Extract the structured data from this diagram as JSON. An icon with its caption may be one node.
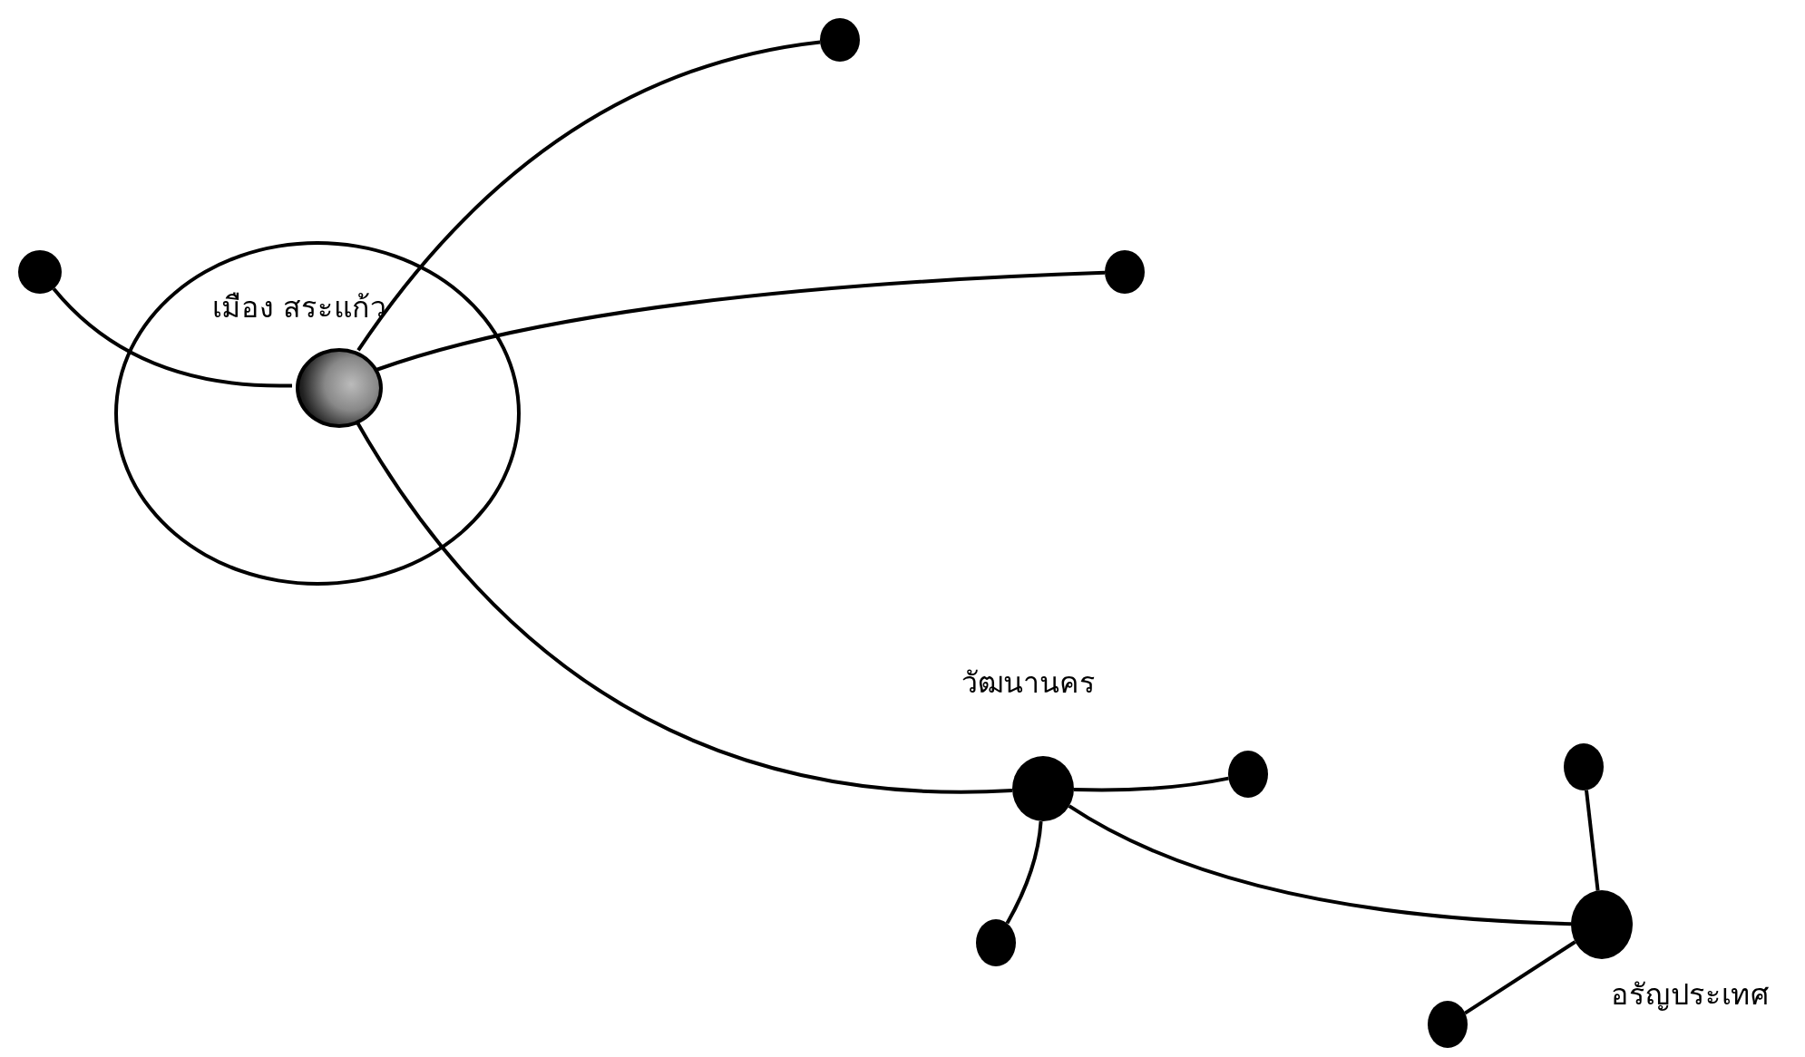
{
  "diagram": {
    "nodes": [
      {
        "text": [],
        "shape": "circle"
      },
      {
        "text": [],
        "shape": "circle",
        "beside": [
          "เมือง สระแก้ว"
        ],
        "in": 0
      },
      {
        "text": [],
        "shape": "circle"
      },
      {
        "text": [],
        "shape": "circle"
      },
      {
        "text": [],
        "shape": "circle"
      },
      {
        "text": [],
        "shape": "circle",
        "beside": [
          "วัฒนานคร"
        ]
      },
      {
        "text": [],
        "shape": "circle"
      },
      {
        "text": [],
        "shape": "circle"
      },
      {
        "text": [],
        "shape": "circle",
        "beside": [
          "อรัญประเทศ"
        ]
      },
      {
        "text": [],
        "shape": "circle"
      },
      {
        "text": [],
        "shape": "circle"
      }
    ],
    "edges": [
      {
        "from": 2,
        "to": 1,
        "arrow": "none"
      },
      {
        "from": 1,
        "to": 3,
        "arrow": "none"
      },
      {
        "from": 1,
        "to": 4,
        "arrow": "none"
      },
      {
        "from": 1,
        "to": 5,
        "arrow": "none"
      },
      {
        "from": 5,
        "to": 6,
        "arrow": "none"
      },
      {
        "from": 5,
        "to": 7,
        "arrow": "none"
      },
      {
        "from": 5,
        "to": 8,
        "arrow": "none"
      },
      {
        "from": 8,
        "to": 9,
        "arrow": "none"
      },
      {
        "from": 8,
        "to": 10,
        "arrow": "none"
      }
    ]
  }
}
